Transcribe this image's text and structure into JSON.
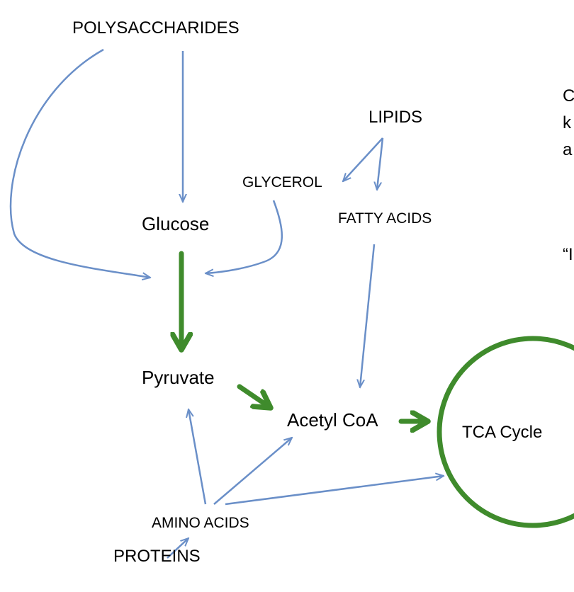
{
  "nodes": {
    "polysaccharides": "POLYSACCHARIDES",
    "lipids": "LIPIDS",
    "glycerol": "GLYCEROL",
    "fatty_acids": "FATTY ACIDS",
    "glucose": "Glucose",
    "pyruvate": "Pyruvate",
    "acetyl_coa": "Acetyl CoA",
    "tca_cycle": "TCA Cycle",
    "amino_acids": "AMINO ACIDS",
    "proteins": "PROTEINS"
  },
  "cropped_text": {
    "line1": "C",
    "line2": "k",
    "line3": "a",
    "line4": "“I"
  },
  "colors": {
    "blue_arrow": "#6a8fc8",
    "green_arrow": "#3f8b2c",
    "tca_circle": "#3f8b2c"
  }
}
